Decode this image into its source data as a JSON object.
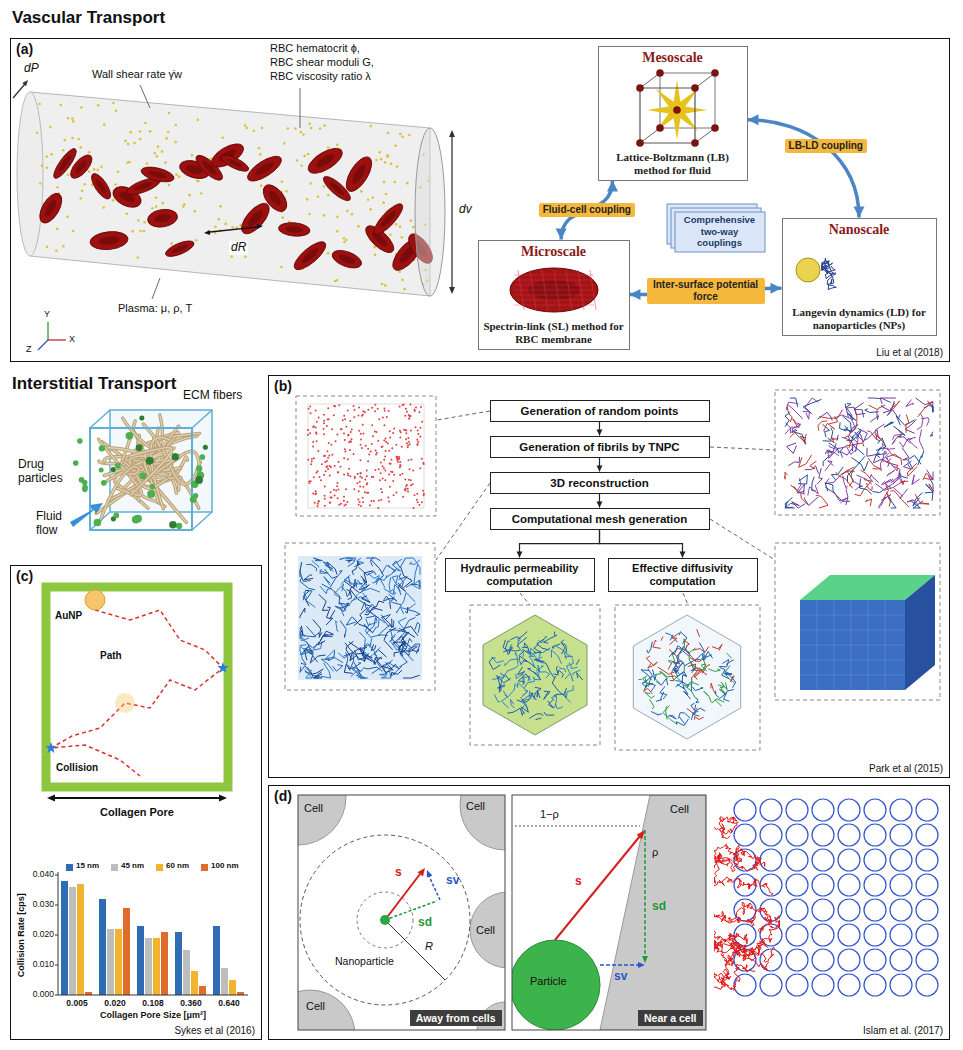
{
  "diagram": {
    "nodes": [
      {
        "text": [
          "(a)",
          "Liu et al (2018)"
        ]
      },
      {
        "text": [
          "Mesoscale",
          "Lattice-Boltzmann (LB) method for fluid"
        ],
        "in": 0
      },
      {
        "text": [
          "Comprehensive two-way couplings"
        ],
        "in": 0
      },
      {
        "text": [
          "Microscale",
          "Spectrin-link (SL) method for RBC membrane"
        ],
        "in": 0
      },
      {
        "text": [
          "Nanoscale",
          "Langevin dynamics (LD) for nanoparticles (NPs)"
        ],
        "in": 0
      },
      {
        "text": [
          "(b)",
          "Park et al (2015)"
        ]
      },
      {
        "text": [
          "Generation of random points"
        ],
        "in": 5
      },
      {
        "text": [
          "Generation of fibrils by TNPC"
        ],
        "in": 5
      },
      {
        "text": [
          "3D reconstruction"
        ],
        "in": 5
      },
      {
        "text": [
          "Computational mesh generation"
        ],
        "in": 5
      },
      {
        "text": [
          "Hydraulic permeability computation"
        ],
        "in": 5
      },
      {
        "text": [
          "Effective diffusivity computation"
        ],
        "in": 5
      },
      {
        "text": [
          "(c)",
          "Sykes et al (2016)"
        ]
      },
      {
        "text": [
          "(d)",
          "Islam et al. (2017)"
        ]
      },
      {
        "text": [
          "Away from cells"
        ],
        "in": 13
      },
      {
        "text": [
          "Near a cell"
        ],
        "in": 13
      }
    ],
    "edges": [
      {
        "from": 1,
        "to": 4,
        "arrow": "both",
        "label": "LB-LD coupling"
      },
      {
        "from": 1,
        "to": 3,
        "arrow": "both",
        "label": "Fluid-cell coupling"
      },
      {
        "from": 3,
        "to": 4,
        "arrow": "both",
        "label": "Inter-surface potential force"
      },
      {
        "from": 6,
        "to": 7,
        "arrow": "to"
      },
      {
        "from": 7,
        "to": 8,
        "arrow": "to"
      },
      {
        "from": 8,
        "to": 9,
        "arrow": "to"
      },
      {
        "from": 9,
        "to": 10,
        "arrow": "to"
      },
      {
        "from": 9,
        "to": 11,
        "arrow": "to"
      }
    ],
    "labels": [
      "Vascular Transport",
      "dP",
      "Wall shear rate γ̇w",
      "RBC hematocrit ϕ,",
      "RBC shear moduli G,",
      "RBC viscosity ratio λ",
      "dR",
      "dv",
      "Plasma: μ, ρ, T",
      "Interstitial Transport",
      "ECM fibers",
      "Drug particles",
      "Fluid flow",
      "AuNP",
      "Path",
      "Collision",
      "Collagen Pore",
      "Collision Rate [cps]",
      "0.040",
      "0.030",
      "0.020",
      "0.010",
      "0.000",
      "0.005",
      "0.020",
      "0.108",
      "0.360",
      "0.640",
      "Collagen Pore Size [μm²]",
      "Cell",
      "Cell",
      "Cell",
      "Cell",
      "Nanoparticle",
      "R",
      "s",
      "sd",
      "sv",
      "Cell",
      "1−ρ",
      "ρ",
      "s",
      "sd",
      "sv",
      "Particle",
      "Y",
      "Z",
      "X"
    ],
    "legend": [
      {
        "text": "15 nm",
        "color": "#2e6db4"
      },
      {
        "text": "45 nm",
        "color": "#bdbdbd"
      },
      {
        "text": "60 nm",
        "color": "#f2b42f"
      },
      {
        "text": "100 nm",
        "color": "#e06b2a"
      }
    ]
  }
}
